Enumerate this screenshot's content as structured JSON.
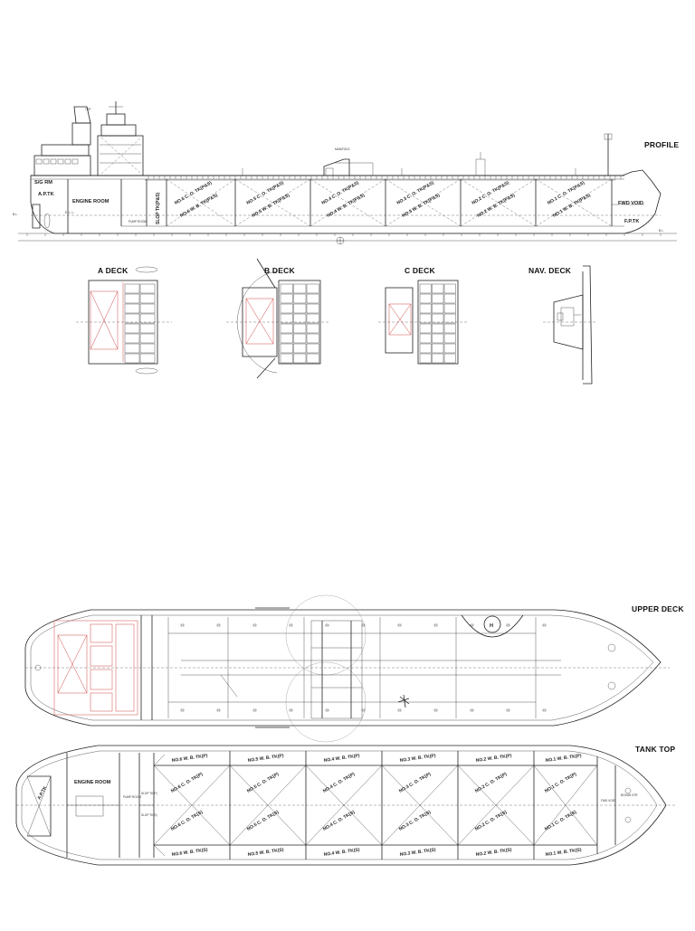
{
  "titles": {
    "profile": "PROFILE",
    "a_deck": "A DECK",
    "b_deck": "B DECK",
    "c_deck": "C DECK",
    "nav_deck": "NAV. DECK",
    "upper_deck": "UPPER DECK",
    "tank_top": "TANK TOP"
  },
  "profile": {
    "sg_rm": "S/G RM",
    "ap_tk": "A.P.TK",
    "engine_room": "ENGINE ROOM",
    "pump_room": "PUMP ROOM",
    "slop_tk": "SLOP TK(P&S)",
    "fwd_void": "FWD VOID",
    "fp_tk": "F.P.TK",
    "ell": "E. L. L.",
    "bl_left": "B.L.",
    "bl_right": "B.L.",
    "tanks": [
      {
        "top": "NO.6 C. O. TK(P&S)",
        "bottom": "NO.6 W. B. TK(P&S)"
      },
      {
        "top": "NO.5 C. O. TK(P&S)",
        "bottom": "NO.5 W. B. TK(P&S)"
      },
      {
        "top": "NO.4 C. O. TK(P&S)",
        "bottom": "NO.4 W. B. TK(P&S)"
      },
      {
        "top": "NO.3 C. O. TK(P&S)",
        "bottom": "NO.3 W. B. TK(P&S)"
      },
      {
        "top": "NO.2 C. O. TK(P&S)",
        "bottom": "NO.2 W. B. TK(P&S)"
      },
      {
        "top": "NO.1 C. O. TK(P&S)",
        "bottom": "NO.1 W. B. TK(P&S)"
      }
    ]
  },
  "tank_top": {
    "engine_room": "ENGINE ROOM",
    "pump_room": "PUMP ROOM",
    "ap_tk": "A.P.TK",
    "slop_p": "SLOP TK(P)",
    "slop_s": "SLOP TK(S)",
    "fwd_void": "FWD VOID",
    "bosun_str": "BOSUN STR",
    "wb_p": [
      "NO.6 W. B. TK(P)",
      "NO.5 W. B. TK(P)",
      "NO.4 W. B. TK(P)",
      "NO.3 W. B. TK(P)",
      "NO.2 W. B. TK(P)",
      "NO.1 W. B. TK(P)"
    ],
    "co_p": [
      "NO.6 C. O. TK(P)",
      "NO.5 C. O. TK(P)",
      "NO.4 C. O. TK(P)",
      "NO.3 C. O. TK(P)",
      "NO.2 C. O. TK(P)",
      "NO.1 C. O. TK(P)"
    ],
    "co_s": [
      "NO.6 C. O. TK(S)",
      "NO.5 C. O. TK(S)",
      "NO.4 C. O. TK(S)",
      "NO.3 C. O. TK(S)",
      "NO.2 C. O. TK(S)",
      "NO.1 C. O. TK(S)"
    ],
    "wb_s": [
      "NO.6 W. B. TK(S)",
      "NO.5 W. B. TK(S)",
      "NO.4 W. B. TK(S)",
      "NO.3 W. B. TK(S)",
      "NO.2 W. B. TK(S)",
      "NO.1 W. B. TK(S)"
    ]
  },
  "upper_deck": {
    "heli_mark": "H"
  }
}
